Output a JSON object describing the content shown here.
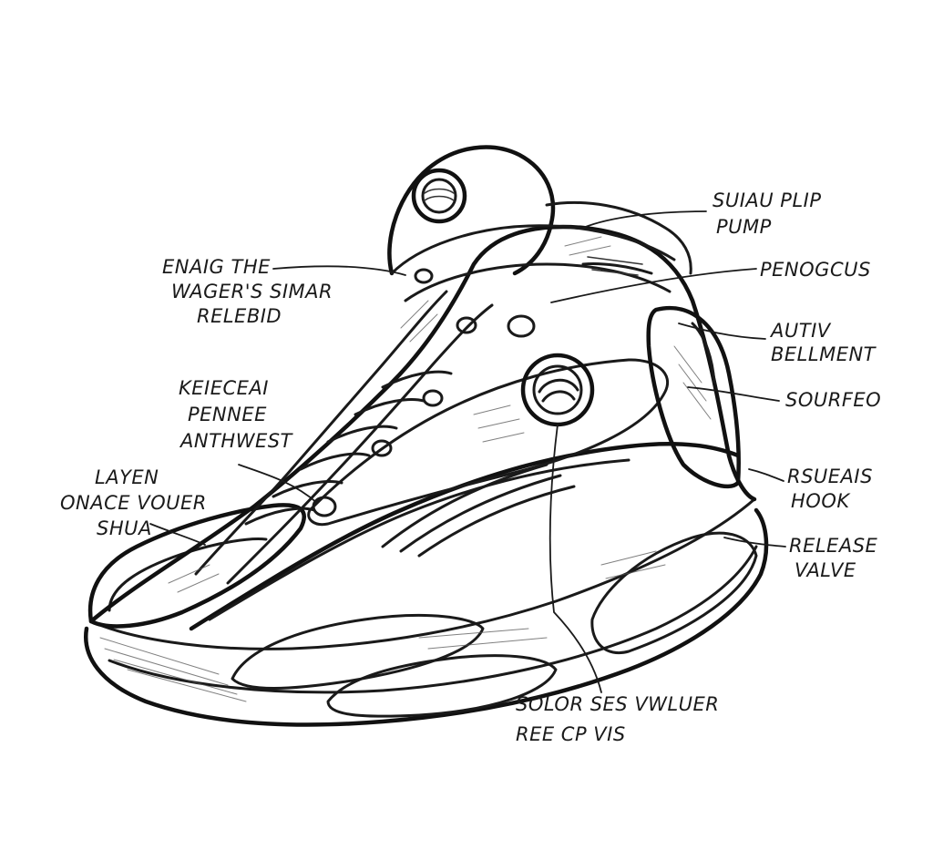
{
  "callouts": [
    {
      "id": "top-right-1",
      "lines": [
        "SUIAU PLIP",
        "PUMP"
      ]
    },
    {
      "id": "right-2",
      "lines": [
        "PENOGCUS"
      ]
    },
    {
      "id": "right-3",
      "lines": [
        "AUTIV",
        "BELLMENT"
      ]
    },
    {
      "id": "right-4",
      "lines": [
        "SOURFEO"
      ]
    },
    {
      "id": "right-5",
      "lines": [
        "RSUEAIS",
        "HOOK"
      ]
    },
    {
      "id": "right-6",
      "lines": [
        "RELEASE",
        "VALVE"
      ]
    },
    {
      "id": "bottom-1",
      "lines": [
        "SOLOR SES VWLUER",
        "REE CP VIS"
      ]
    },
    {
      "id": "left-1",
      "lines": [
        "ENAIG THE",
        "WAGER'S SIMAR",
        "RELEBID"
      ]
    },
    {
      "id": "left-2",
      "lines": [
        "KEIECEAI",
        "PENNEE",
        "ANTHWEST"
      ]
    },
    {
      "id": "left-3",
      "lines": [
        "LAYEN",
        "ONACE VOUER",
        "SHUA"
      ]
    }
  ],
  "colors": {
    "ink": "#1a1a1a",
    "paper": "#ffffff"
  }
}
